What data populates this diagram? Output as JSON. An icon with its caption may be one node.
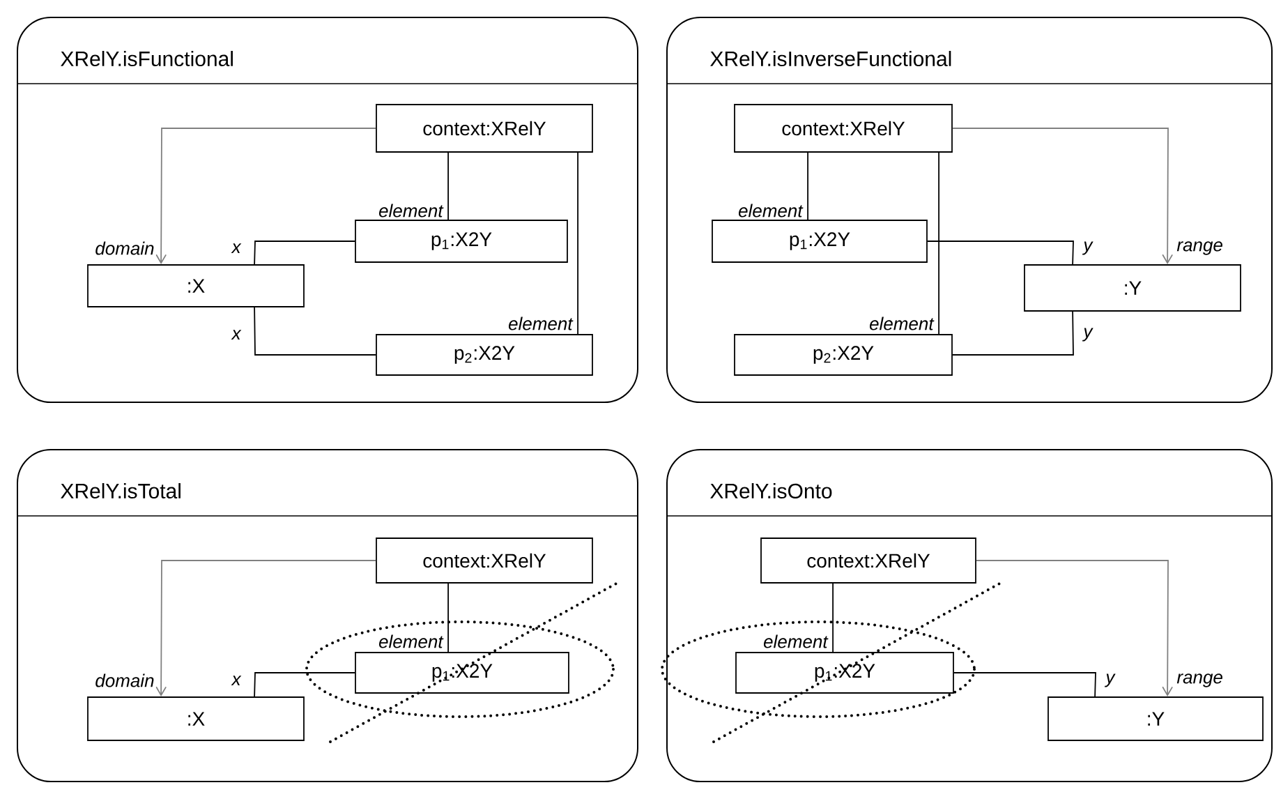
{
  "diagram": {
    "nodes": [
      {
        "text": [
          "XRelY.isFunctional"
        ]
      },
      {
        "text": [
          "context:XRelY"
        ],
        "in": 0
      },
      {
        "text": [
          "p$_{1}$:X2Y"
        ],
        "in": 0
      },
      {
        "text": [
          ":X"
        ],
        "in": 0
      },
      {
        "text": [
          "p$_{2}$:X2Y"
        ],
        "in": 0
      },
      {
        "text": [
          "XRelY.isInverseFunctional"
        ]
      },
      {
        "text": [
          "context:XRelY"
        ],
        "in": 5
      },
      {
        "text": [
          "p$_{1}$:X2Y"
        ],
        "in": 5
      },
      {
        "text": [
          ":Y"
        ],
        "in": 5
      },
      {
        "text": [
          "p$_{2}$:X2Y"
        ],
        "in": 5
      },
      {
        "text": [
          "XRelY.isTotal"
        ]
      },
      {
        "text": [
          "context:XRelY"
        ],
        "in": 10
      },
      {
        "text": [
          "p$_{1}$:X2Y"
        ],
        "in": 10
      },
      {
        "text": [
          ":X"
        ],
        "in": 10
      },
      {
        "text": [
          "XRelY.isOnto"
        ]
      },
      {
        "text": [
          "context:XRelY"
        ],
        "in": 14
      },
      {
        "text": [
          "p$_{1}$:X2Y"
        ],
        "in": 14
      },
      {
        "text": [
          ":Y"
        ],
        "in": 14
      }
    ],
    "edges": [
      {
        "from": 1,
        "to": 3,
        "arrow": "to",
        "label": "domain",
        "color": "#808080"
      },
      {
        "from": 1,
        "to": 2,
        "arrow": "none",
        "label": "element"
      },
      {
        "from": 1,
        "to": 4,
        "arrow": "none",
        "label": "element"
      },
      {
        "from": 2,
        "to": 3,
        "arrow": "none",
        "label": "x"
      },
      {
        "from": 4,
        "to": 3,
        "arrow": "none",
        "label": "x"
      },
      {
        "from": 6,
        "to": 8,
        "arrow": "to",
        "label": "range",
        "color": "#808080"
      },
      {
        "from": 6,
        "to": 7,
        "arrow": "none",
        "label": "element"
      },
      {
        "from": 6,
        "to": 9,
        "arrow": "none",
        "label": "element"
      },
      {
        "from": 7,
        "to": 8,
        "arrow": "none",
        "label": "y"
      },
      {
        "from": 9,
        "to": 8,
        "arrow": "none",
        "label": "y"
      },
      {
        "from": 11,
        "to": 13,
        "arrow": "to",
        "label": "domain",
        "color": "#808080"
      },
      {
        "from": 11,
        "to": 12,
        "arrow": "none",
        "label": "element"
      },
      {
        "from": 12,
        "to": 13,
        "arrow": "none",
        "label": "x"
      },
      {
        "from": 15,
        "to": 17,
        "arrow": "to",
        "label": "range",
        "color": "#808080"
      },
      {
        "from": 15,
        "to": 16,
        "arrow": "none",
        "label": "element"
      },
      {
        "from": 16,
        "to": 17,
        "arrow": "none",
        "label": "y"
      }
    ]
  }
}
